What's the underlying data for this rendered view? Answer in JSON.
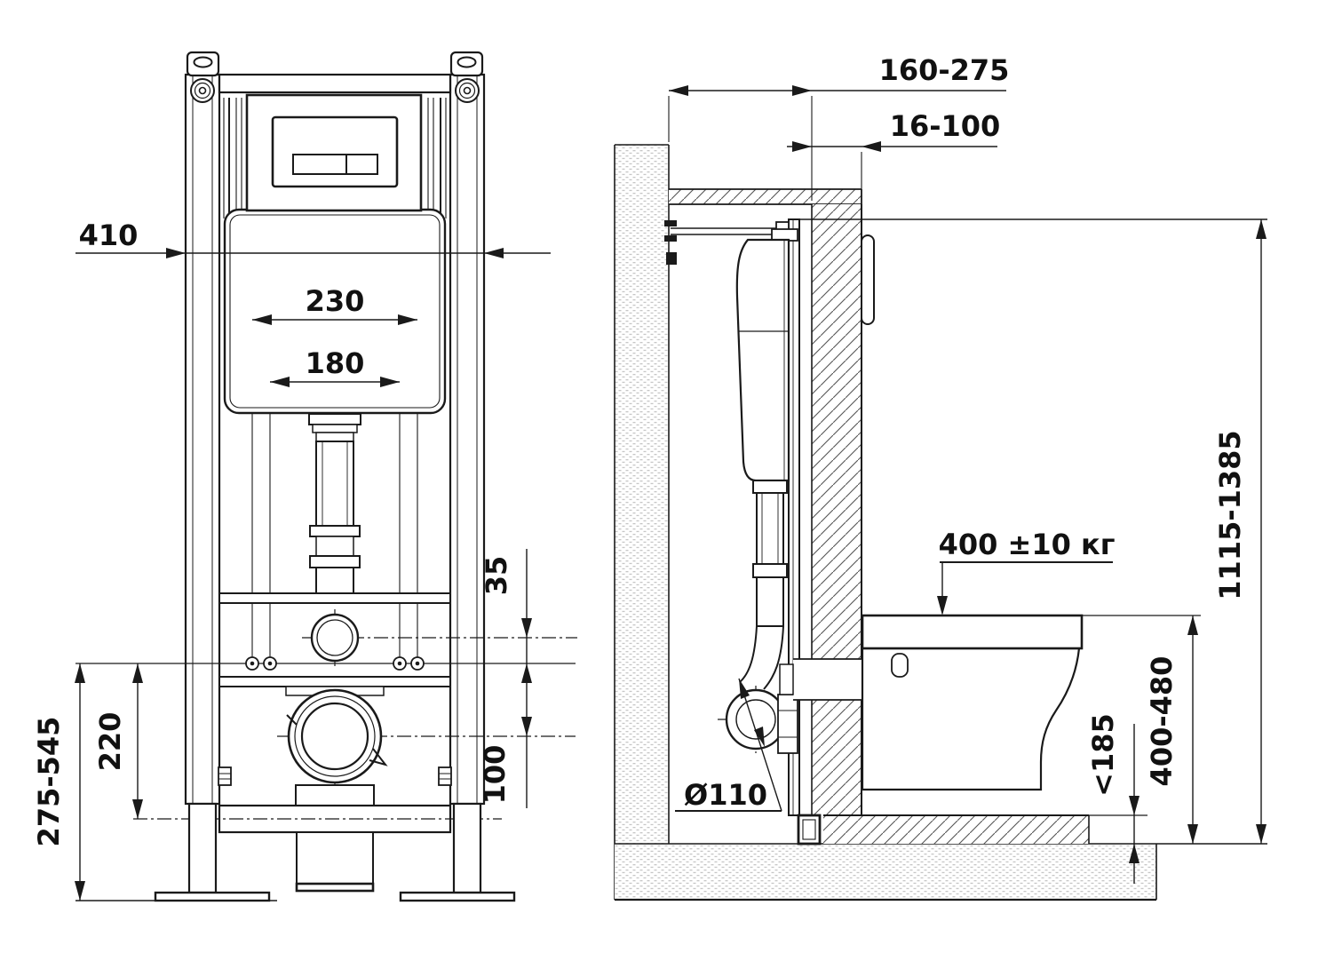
{
  "drawing": {
    "title": "wall-hung toilet installation frame dimensional diagram",
    "front": {
      "frame_width": "410",
      "outer_bolt_spacing": "230",
      "inner_bolt_spacing": "180",
      "inlet_to_bolt_offset": "35",
      "bolt_to_drain_offset": "100",
      "bolt_to_axis_height": "220",
      "bolt_to_floor_height": "275-545"
    },
    "side": {
      "wall_to_face_depth": "160-275",
      "finish_layer_thickness": "16-100",
      "frame_height": "1115-1385",
      "load_rating": "400 ±10 кг",
      "drain_diameter": "Ø110",
      "floor_buildup_max": "<185",
      "bowl_top_height": "400-480"
    }
  }
}
